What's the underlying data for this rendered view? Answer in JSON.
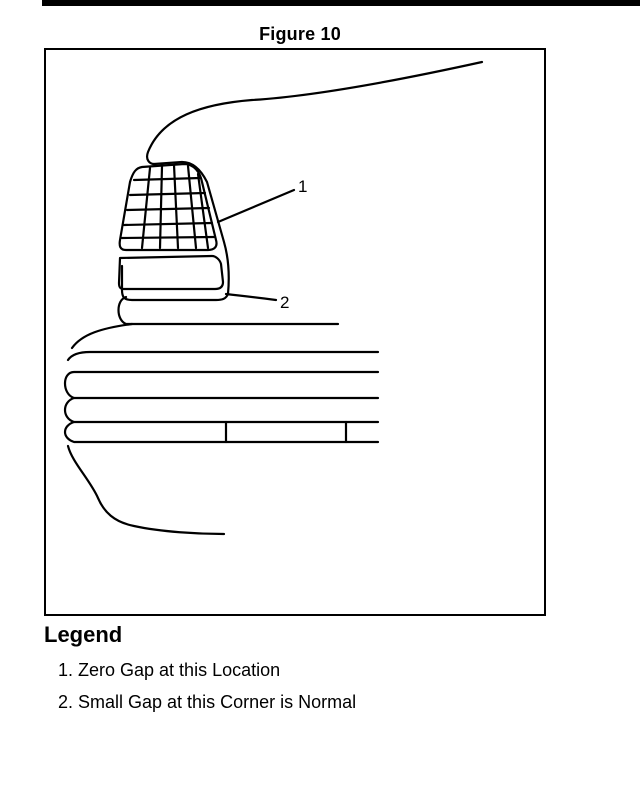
{
  "figure": {
    "title": "Figure 10",
    "callouts": [
      {
        "number": "1"
      },
      {
        "number": "2"
      }
    ]
  },
  "legend": {
    "title": "Legend",
    "items": [
      {
        "text": "1. Zero Gap at this Location"
      },
      {
        "text": "2. Small Gap at this Corner is Normal"
      }
    ]
  }
}
